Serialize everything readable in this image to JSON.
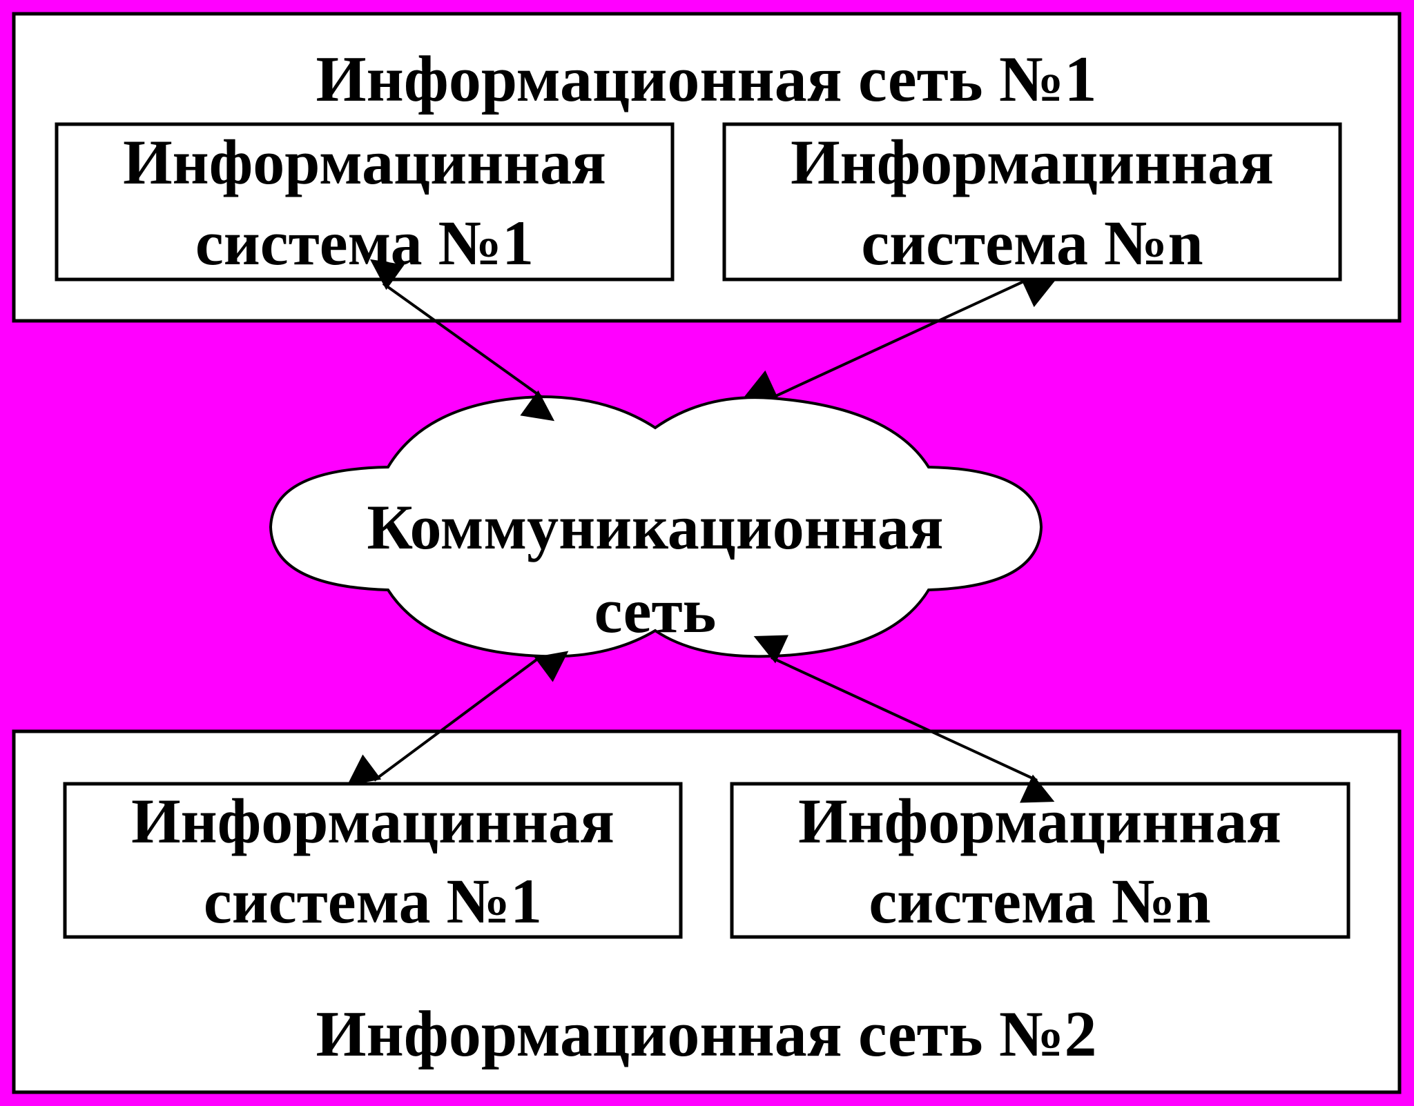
{
  "colors": {
    "background": "#ff00ff",
    "box": "#ffffff",
    "stroke": "#000000"
  },
  "network1": {
    "title": "Информационная сеть №1",
    "systems": [
      {
        "line1": "Информацинная",
        "line2": "система №1"
      },
      {
        "line1": "Информацинная",
        "line2": "система №n"
      }
    ]
  },
  "cloud": {
    "line1": "Коммуникационная",
    "line2": "сеть"
  },
  "network2": {
    "title": "Информационная сеть №2",
    "systems": [
      {
        "line1": "Информацинная",
        "line2": "система №1"
      },
      {
        "line1": "Информацинная",
        "line2": "система №n"
      }
    ]
  }
}
